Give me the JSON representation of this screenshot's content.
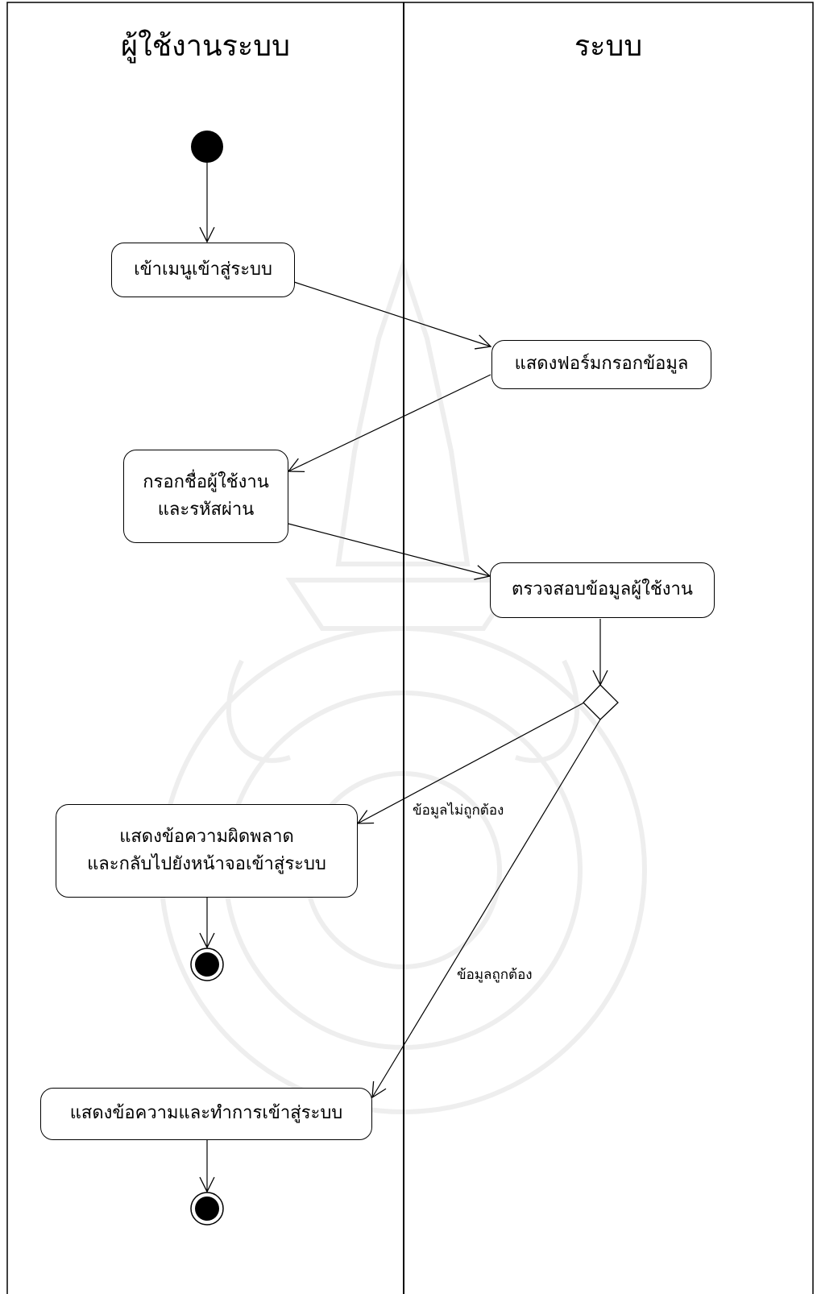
{
  "lanes": {
    "left_title": "ผู้ใช้งานระบบ",
    "right_title": "ระบบ"
  },
  "nodes": {
    "enter_menu": "เข้าเมนูเข้าสู่ระบบ",
    "show_form": "แสดงฟอร์มกรอกข้อมูล",
    "fill_line1": "กรอกชื่อผู้ใช้งาน",
    "fill_line2": "และรหัสผ่าน",
    "check_user": "ตรวจสอบข้อมูลผู้ใช้งาน",
    "error_line1": "แสดงข้อความผิดพลาด",
    "error_line2": "และกลับไปยังหน้าจอเข้าสู่ระบบ",
    "success": "แสดงข้อความและทำการเข้าสู่ระบบ"
  },
  "guards": {
    "invalid": "ข้อมูลไม่ถูกต้อง",
    "valid": "ข้อมูลถูกต้อง"
  },
  "colors": {
    "stroke": "#000000",
    "background": "#ffffff",
    "watermark": "#7a7a7a"
  }
}
